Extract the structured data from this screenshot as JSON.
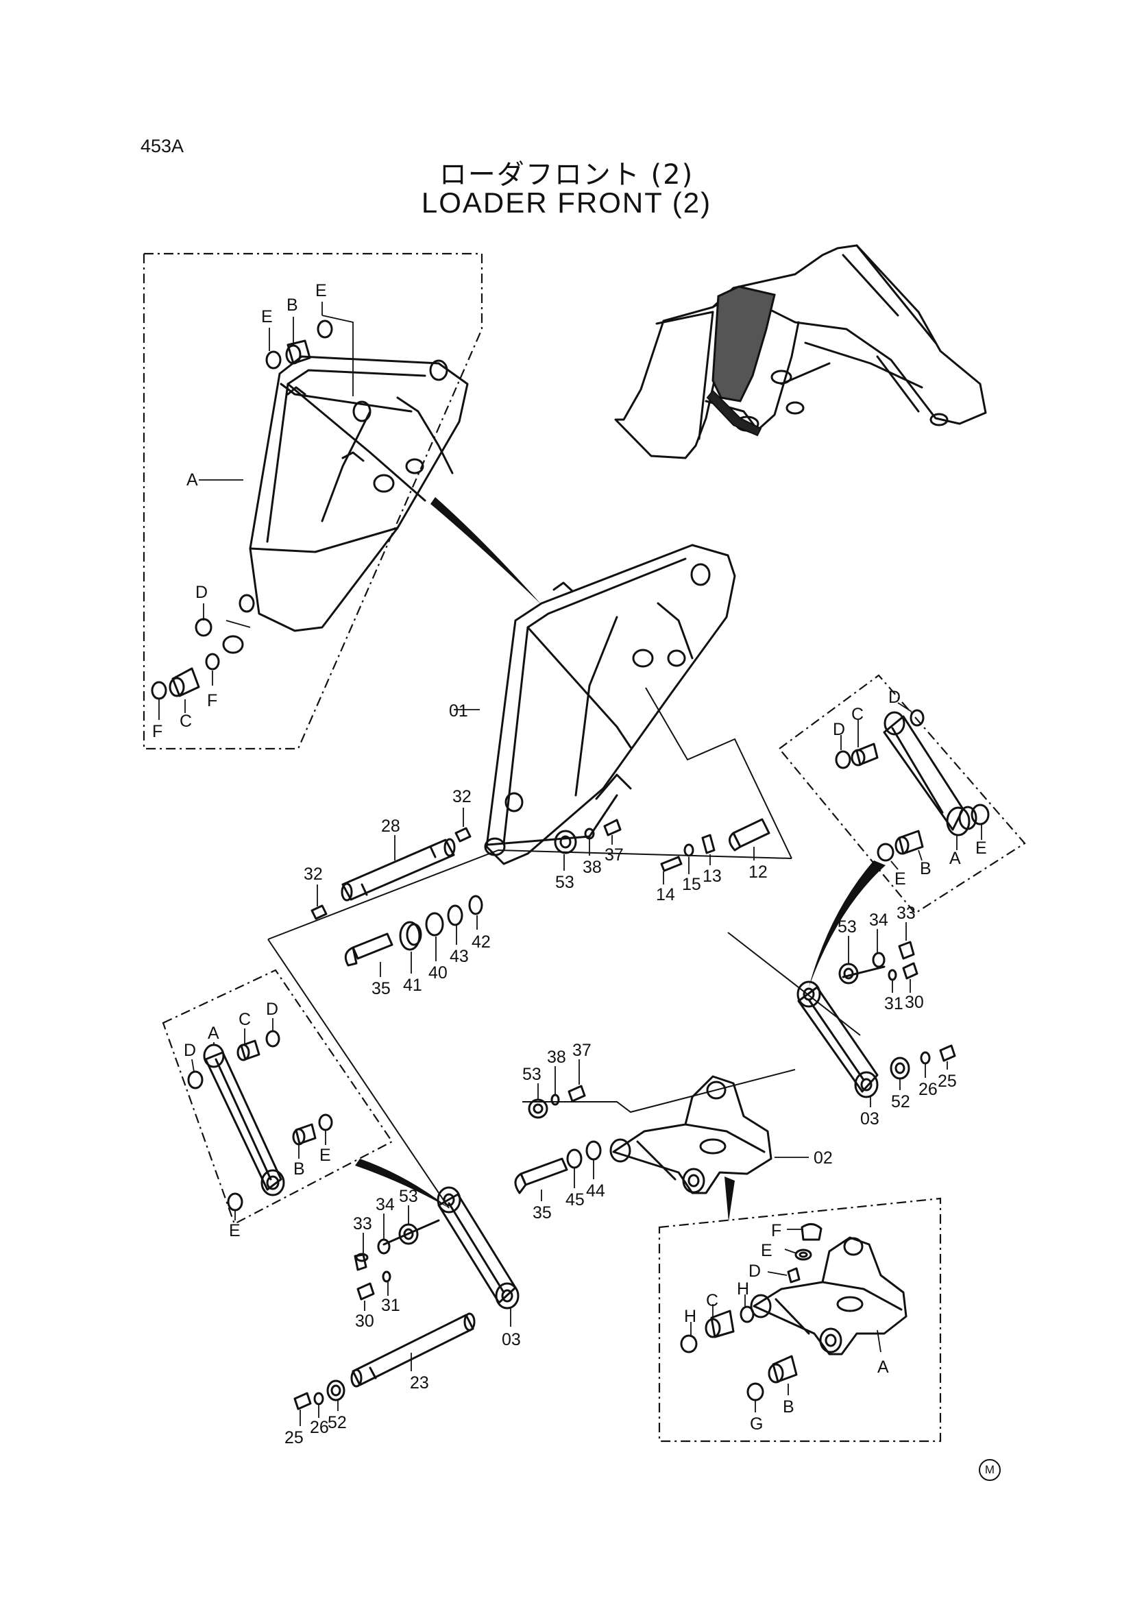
{
  "header": {
    "page_id": "453A",
    "title_jp": "ローダフロント (2)",
    "title_en": "LOADER FRONT (2)"
  },
  "footer": {
    "mark": "M"
  },
  "callouts": {
    "c01": "01",
    "c02": "02",
    "c03a": "03",
    "c03b": "03",
    "c12": "12",
    "c13": "13",
    "c14": "14",
    "c15": "15",
    "c23": "23",
    "c25a": "25",
    "c25b": "25",
    "c26a": "26",
    "c26b": "26",
    "c28": "28",
    "c30a": "30",
    "c30b": "30",
    "c31a": "31",
    "c31b": "31",
    "c32a": "32",
    "c32b": "32",
    "c33a": "33",
    "c33b": "33",
    "c34a": "34",
    "c34b": "34",
    "c35a": "35",
    "c35b": "35",
    "c37a": "37",
    "c37b": "37",
    "c38a": "38",
    "c38b": "38",
    "c40": "40",
    "c41": "41",
    "c42": "42",
    "c43": "43",
    "c44": "44",
    "c45": "45",
    "c52a": "52",
    "c52b": "52",
    "c53a": "53",
    "c53b": "53",
    "c53c": "53",
    "c53d": "53"
  },
  "details": {
    "bellcrank": {
      "a": "A",
      "b": "B",
      "c": "C",
      "d": "D",
      "e1": "E",
      "e2": "E",
      "f1": "F",
      "f2": "F"
    },
    "link_right": {
      "a": "A",
      "b": "B",
      "c": "C",
      "d1": "D",
      "d2": "D",
      "e1": "E",
      "e2": "E"
    },
    "link_left": {
      "a": "A",
      "b": "B",
      "c": "C",
      "d1": "D",
      "d2": "D",
      "e1": "E",
      "e2": "E"
    },
    "lever": {
      "a": "A",
      "b": "B",
      "c": "C",
      "d": "D",
      "e": "E",
      "f": "F",
      "g": "G",
      "h1": "H",
      "h2": "H"
    }
  }
}
